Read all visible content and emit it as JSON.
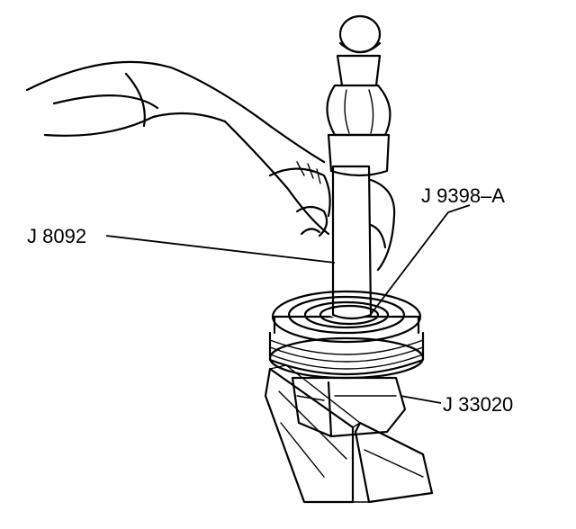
{
  "labels": {
    "hammer_driver_tool": "J 8092",
    "bearing_installer_tool": "J 9398–A",
    "support_fixture_tool": "J 33020"
  }
}
